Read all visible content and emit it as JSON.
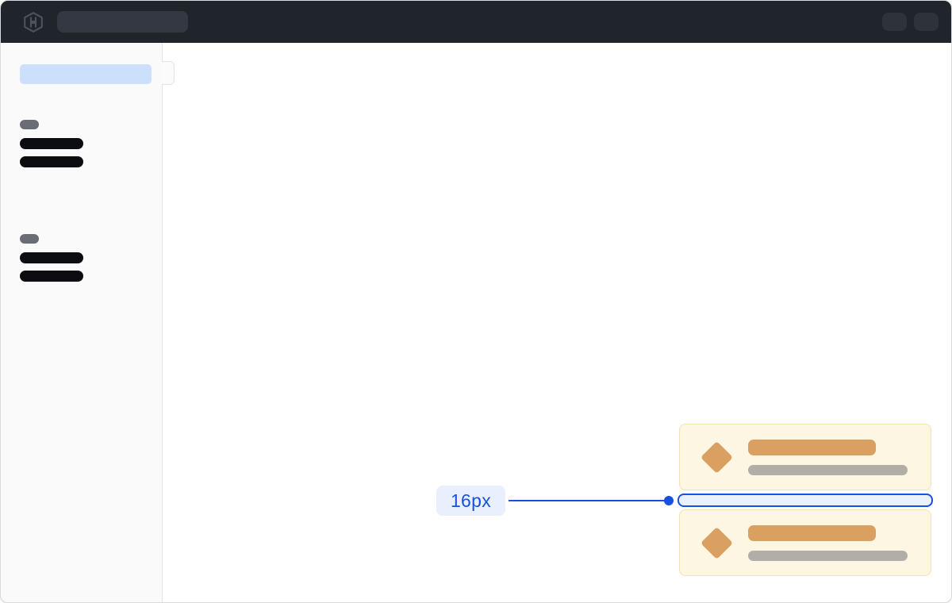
{
  "colors": {
    "topbar_bg": "#20242b",
    "topbar_skeleton": "#333842",
    "topbar_pill": "#2e333b",
    "logo": "#4d525b",
    "sidebar_bg": "#fafafa",
    "border": "#e1e3e8",
    "active_item": "#cce0fb",
    "label_pill": "#696d76",
    "nav_bar": "#0b0d10",
    "card_bg": "#fdf6e2",
    "card_border": "#f4e2b4",
    "card_primary": "#d9a061",
    "card_secondary": "#b0aea6",
    "accent_blue": "#1751e0",
    "accent_blue_bg": "#e9effc",
    "gap_fill": "#eaf2fe"
  },
  "topbar": {
    "logo_icon": "hashicorp-logo-icon",
    "search_skeleton": "search-input-placeholder",
    "action_pills": [
      {
        "icon": "topbar-action-placeholder"
      },
      {
        "icon": "topbar-action-placeholder"
      }
    ]
  },
  "sidebar": {
    "active_item": "active-nav-item-skeleton",
    "toggle": "sidebar-collapse-handle",
    "sections": [
      {
        "label": "section-label-skeleton",
        "item_count": 2
      },
      {
        "label": "section-label-skeleton",
        "item_count": 2
      }
    ]
  },
  "main": {
    "cards": [
      {
        "icon": "diamond-icon",
        "lines": [
          "title-skeleton",
          "subtitle-skeleton"
        ]
      },
      {
        "icon": "diamond-icon",
        "lines": [
          "title-skeleton",
          "subtitle-skeleton"
        ]
      }
    ]
  },
  "annotation": {
    "label": "16px",
    "target": "gap-between-cards"
  }
}
